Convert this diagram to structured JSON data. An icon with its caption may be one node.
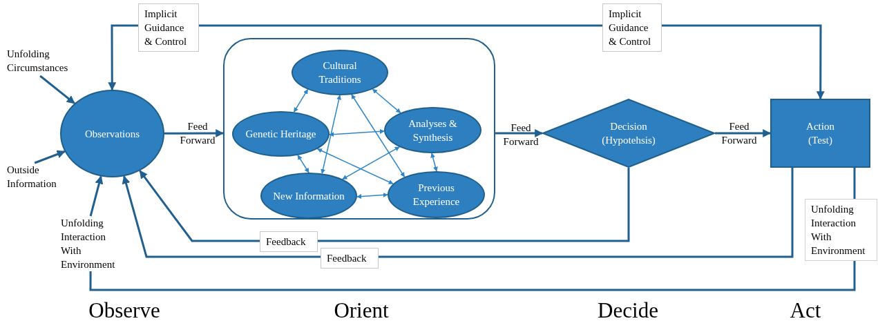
{
  "diagram": {
    "nodes": [
      {
        "text": [
          "Observations"
        ]
      },
      {
        "text": [],
        "shape": "box"
      },
      {
        "text": [
          "Cultural Traditions"
        ],
        "in": 1
      },
      {
        "text": [
          "Genetic Heritage"
        ],
        "in": 1
      },
      {
        "text": [
          "Analyses & Synthesis"
        ],
        "in": 1
      },
      {
        "text": [
          "New Information"
        ],
        "in": 1
      },
      {
        "text": [
          "Previous Experience"
        ],
        "in": 1
      },
      {
        "text": [
          "Decision (Hypotehsis)"
        ]
      },
      {
        "text": [
          "Action (Test)"
        ]
      },
      {
        "text": [
          "Unfolding Circumstances"
        ]
      },
      {
        "text": [
          "Outside Information"
        ]
      },
      {
        "text": [
          "Unfolding Interaction With Environment"
        ]
      },
      {
        "text": [
          "Unfolding Interaction With Environment"
        ]
      }
    ],
    "edges": [
      {
        "from": 0,
        "to": 1,
        "arrow": "to",
        "label": "Feed Forward"
      },
      {
        "from": 1,
        "to": 7,
        "arrow": "to",
        "label": "Feed Forward"
      },
      {
        "from": 7,
        "to": 8,
        "arrow": "to",
        "label": "Feed Forward"
      },
      {
        "from": null,
        "to": 0,
        "arrow": "to",
        "label": "Implicit Guidance & Control"
      },
      {
        "from": null,
        "to": 8,
        "arrow": "to",
        "label": "Implicit Guidance & Control"
      },
      {
        "from": 7,
        "to": 0,
        "arrow": "to",
        "label": "Feedback"
      },
      {
        "from": 8,
        "to": 0,
        "arrow": "to",
        "label": "Feedback"
      },
      {
        "from": 8,
        "to": 12,
        "arrow": "none"
      },
      {
        "from": 12,
        "to": 11,
        "arrow": "none"
      },
      {
        "from": 11,
        "to": 0,
        "arrow": "to"
      },
      {
        "from": 9,
        "to": 0,
        "arrow": "to"
      },
      {
        "from": 10,
        "to": 0,
        "arrow": "to"
      },
      {
        "from": 2,
        "to": 3,
        "arrow": "both",
        "color": "#2e86c8"
      },
      {
        "from": 2,
        "to": 4,
        "arrow": "both",
        "color": "#2e86c8"
      },
      {
        "from": 2,
        "to": 5,
        "arrow": "both",
        "color": "#2e86c8"
      },
      {
        "from": 2,
        "to": 6,
        "arrow": "both",
        "color": "#2e86c8"
      },
      {
        "from": 3,
        "to": 4,
        "arrow": "both",
        "color": "#2e86c8"
      },
      {
        "from": 3,
        "to": 5,
        "arrow": "both",
        "color": "#2e86c8"
      },
      {
        "from": 3,
        "to": 6,
        "arrow": "both",
        "color": "#2e86c8"
      },
      {
        "from": 4,
        "to": 5,
        "arrow": "both",
        "color": "#2e86c8"
      },
      {
        "from": 4,
        "to": 6,
        "arrow": "both",
        "color": "#2e86c8"
      },
      {
        "from": 5,
        "to": 6,
        "arrow": "both",
        "color": "#2e86c8"
      }
    ],
    "labels": [
      "Observe",
      "Orient",
      "Decide",
      "Act"
    ]
  }
}
